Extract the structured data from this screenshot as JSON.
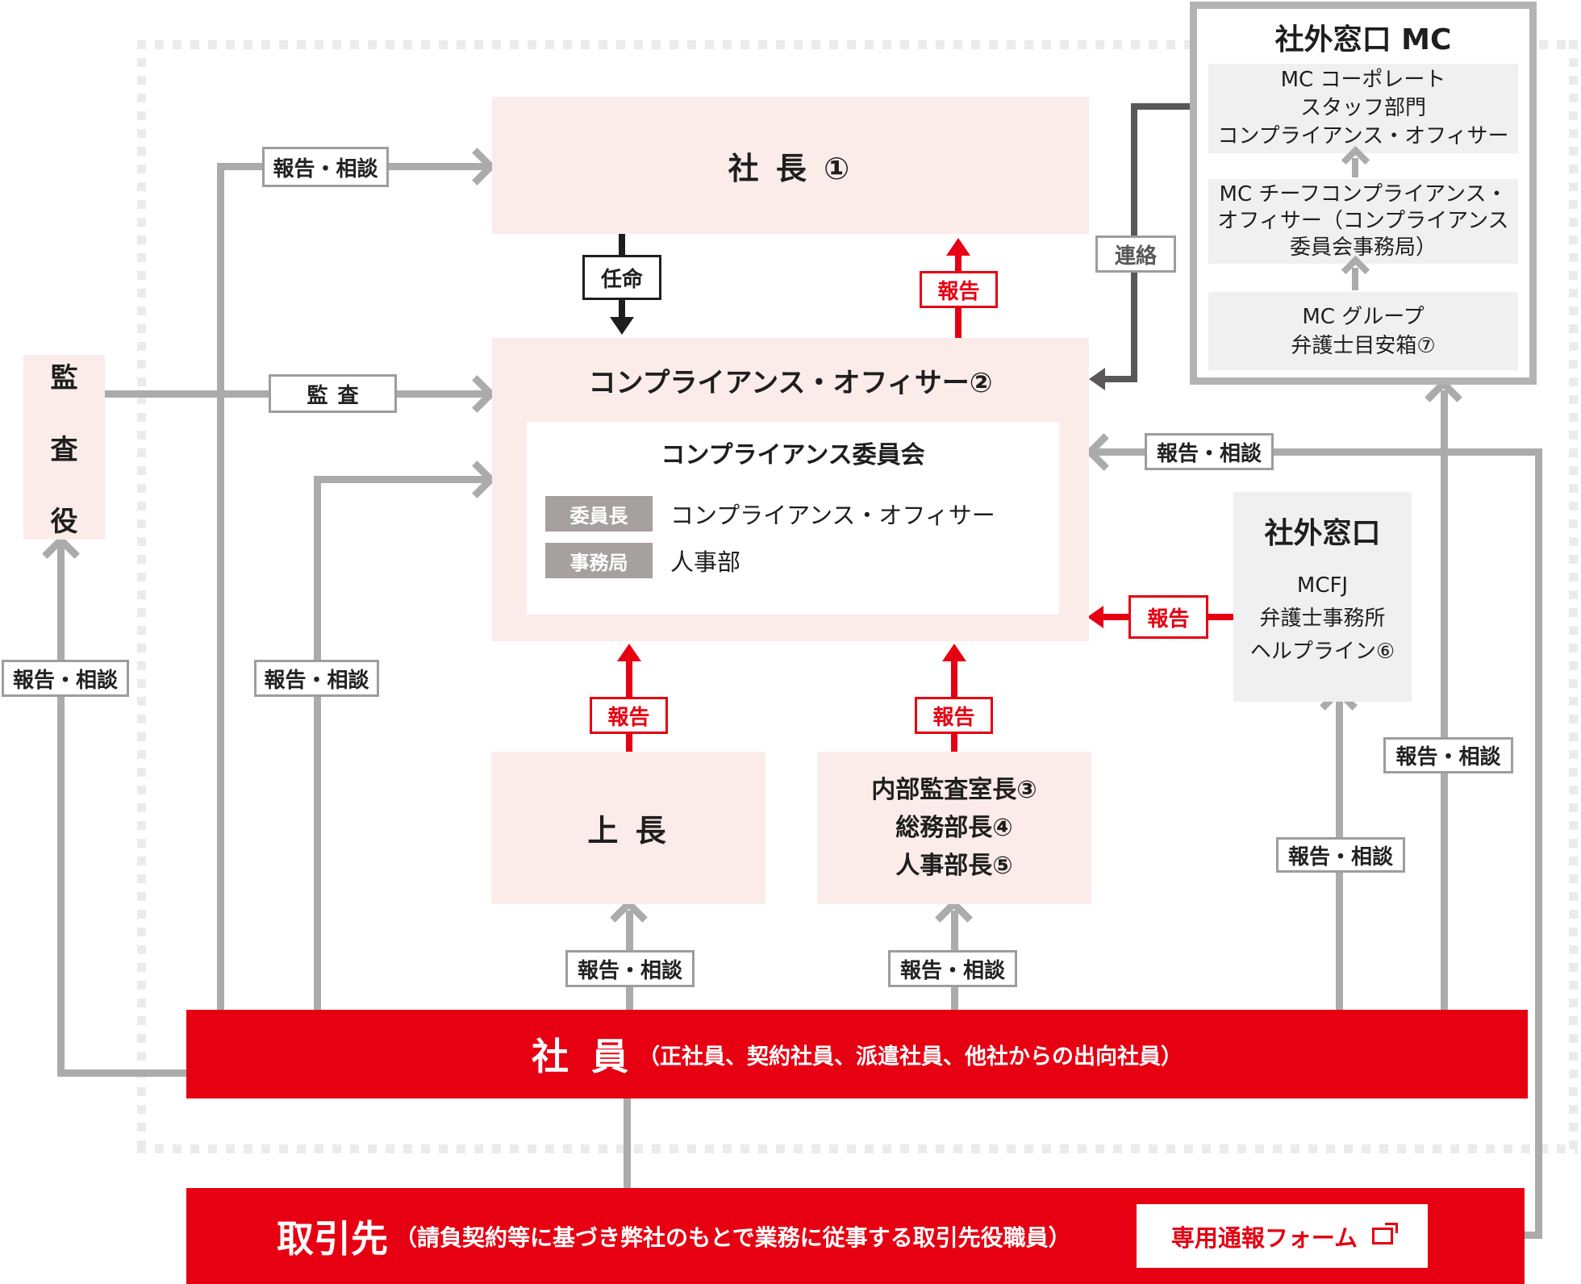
{
  "labels": {
    "report_consult": "報告・相談",
    "report": "報告",
    "audit": "監査",
    "appoint": "任命",
    "contact": "連絡"
  },
  "nodes": {
    "president": "社 長 ①",
    "compliance_officer": "コンプライアンス・オフィサー②",
    "committee": {
      "title": "コンプライアンス委員会",
      "chair_tag": "委員長",
      "chair": "コンプライアンス・オフィサー",
      "secretariat_tag": "事務局",
      "secretariat": "人事部"
    },
    "superior": "上 長",
    "internal_heads": [
      "内部監査室長③",
      "総務部長④",
      "人事部長⑤"
    ],
    "auditor": [
      "監",
      "査",
      "役"
    ],
    "employees": {
      "title": "社 員",
      "subtitle": "（正社員、契約社員、派遣社員、他社からの出向社員）"
    },
    "partners": {
      "title": "取引先",
      "subtitle": "（請負契約等に基づき弊社のもとで業務に従事する取引先役職員）",
      "button": "専用通報フォーム"
    },
    "mc_window": {
      "title": "社外窓口 MC",
      "box1": [
        "MC コーポレート",
        "スタッフ部門",
        "コンプライアンス・オフィサー"
      ],
      "box2": [
        "MC チーフコンプライアンス・",
        "オフィサー（コンプライアンス",
        "委員会事務局）"
      ],
      "box3": [
        "MC グループ",
        "弁護士目安箱⑦"
      ]
    },
    "external_window": {
      "title": "社外窓口",
      "lines": [
        "MCFJ",
        "弁護士事務所",
        "ヘルプライン⑥"
      ]
    }
  },
  "colors": {
    "accent_red": "#e60012",
    "pink_box": "#fbecea",
    "gray_box": "#f0f0f0",
    "line_gray": "#ababab",
    "dark_line": "#595757",
    "tag_gray": "#a6a09e",
    "dash_border": "#ebebeb"
  }
}
